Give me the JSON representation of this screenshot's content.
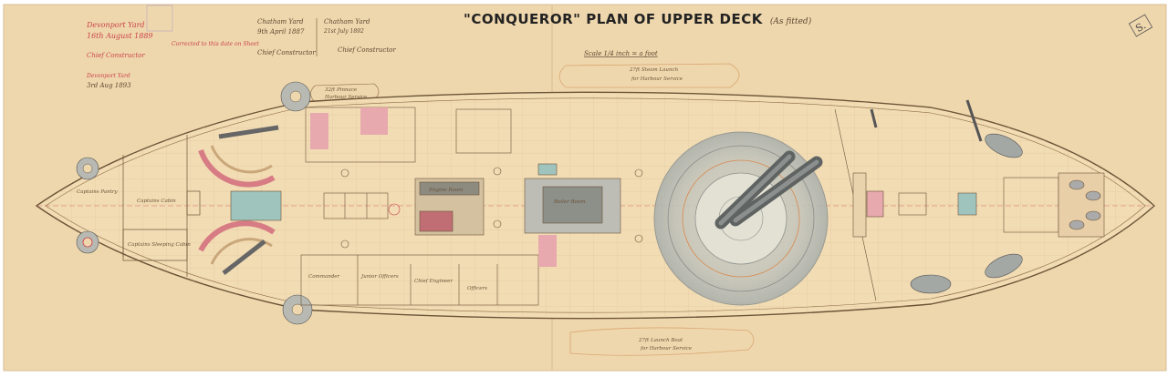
{
  "title": {
    "main": "\"CONQUEROR\" PLAN OF UPPER DECK",
    "subtitle": "(As fitted)"
  },
  "stamp": "S.",
  "annotations": {
    "devonport_yard": "Devonport Yard",
    "devonport_date": "16th August 1889",
    "corrected_note": "Corrected to this date on Sheet",
    "chief_constructor_1": "Chief Constructor",
    "devonport_yard_2": "Devonport Yard",
    "devonport_date_2": "3rd Aug 1893",
    "chatham_yard_1": "Chatham Yard",
    "chatham_date_1": "9th April 1887",
    "chief_constructor_2": "Chief Constructor",
    "chatham_yard_2": "Chatham Yard",
    "chatham_date_2": "21st July 1892",
    "chief_constructor_3": "Chief Constructor",
    "scale": "Scale 1/4 inch = a foot"
  },
  "labels": {
    "steam_launch": "27ft Steam Launch",
    "steam_launch_use": "for Harbour Service",
    "boat_upper": "32ft Pinnace",
    "boat_upper_use": "Harbour Service",
    "boat_lower": "27ft Launch Boat",
    "boat_lower_use": "for Harbour Service",
    "captains_pantry": "Captains Pantry",
    "captains_cabin": "Captains Cabin",
    "captains_sleeping_cabin": "Captains Sleeping Cabin",
    "commander": "Commander",
    "junior_officers": "Junior Officers",
    "chief_engineer": "Chief Engineer",
    "officers": "Officers",
    "engine_room": "Engine Room",
    "boiler_room": "Boiler Room"
  },
  "colors": {
    "paper": "#efd7ad",
    "ink": "#6b5337",
    "red_ink": "#c8434b",
    "turret": "#a9afac"
  }
}
